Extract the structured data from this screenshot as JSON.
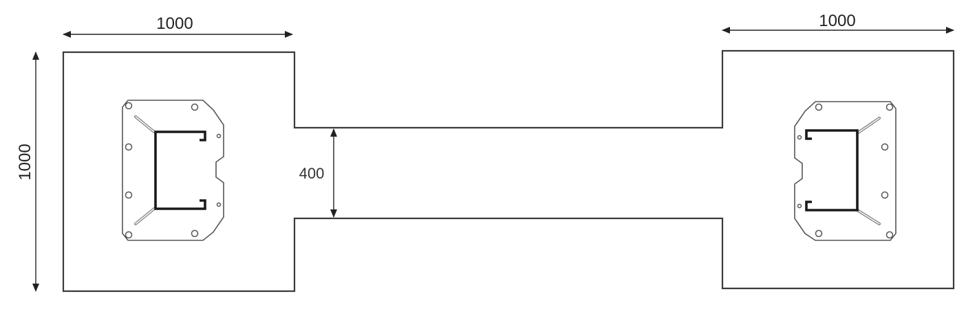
{
  "dimensions": {
    "top_left_width": "1000",
    "top_right_width": "1000",
    "left_height": "1000",
    "neck_height": "400"
  },
  "colors": {
    "outline": "#3a3a3a",
    "channel": "#1a1a1a",
    "plate": "#555555",
    "background": "#ffffff"
  }
}
